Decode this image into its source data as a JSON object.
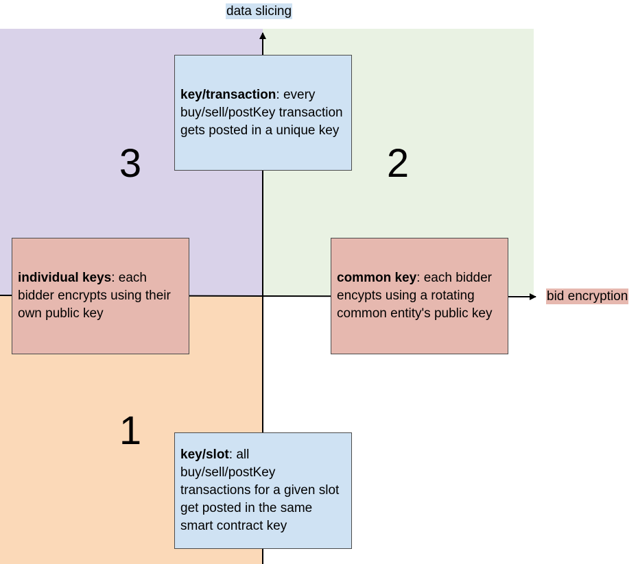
{
  "axes": {
    "y_label": "data slicing",
    "x_label": "bid encryption"
  },
  "quadrants": {
    "q3": {
      "number": "3",
      "color": "#d9d2e9"
    },
    "q2": {
      "number": "2",
      "color": "#e9f2e3"
    },
    "q1": {
      "number": "1",
      "color": "#fbd9b8"
    }
  },
  "boxes": {
    "key_transaction": {
      "title": "key/transaction",
      "text": ": every buy/sell/postKey transaction gets posted in a unique key"
    },
    "individual_keys": {
      "title": "individual keys",
      "text": ": each bidder encrypts using their own public key"
    },
    "common_key": {
      "title": "common key",
      "text": ": each bidder encypts using a rotating common entity's public key"
    },
    "key_slot": {
      "title": "key/slot",
      "text": ": all buy/sell/postKey transactions for a given slot get posted in the same smart contract key"
    }
  }
}
